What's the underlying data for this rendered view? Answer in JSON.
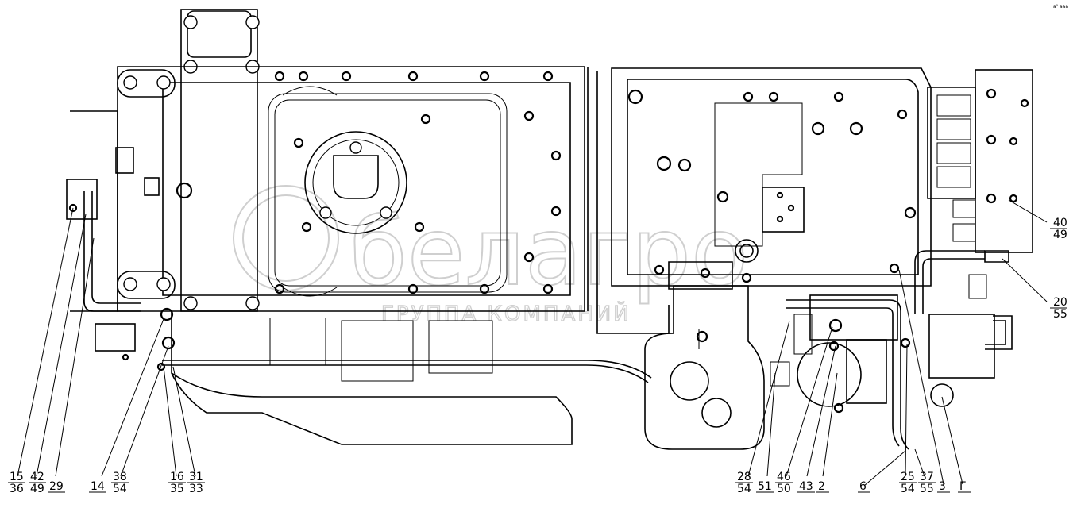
{
  "watermark": {
    "brand": "белагро",
    "tagline": "ГРУППА КОМПАНИЙ"
  },
  "corner_code": "a⁰ aaa",
  "callouts_bottom": [
    {
      "id": "c15-36",
      "top": "15",
      "bottom": "36"
    },
    {
      "id": "c42-49",
      "top": "42",
      "bottom": "49"
    },
    {
      "id": "c29",
      "top": "29",
      "bottom": ""
    },
    {
      "id": "c14",
      "top": "14",
      "bottom": ""
    },
    {
      "id": "c38-54",
      "top": "38",
      "bottom": "54"
    },
    {
      "id": "c16-35",
      "top": "16",
      "bottom": "35"
    },
    {
      "id": "c31-33",
      "top": "31",
      "bottom": "33"
    },
    {
      "id": "c28-54",
      "top": "28",
      "bottom": "54"
    },
    {
      "id": "c51",
      "top": "51",
      "bottom": ""
    },
    {
      "id": "c46-50",
      "top": "46",
      "bottom": "50"
    },
    {
      "id": "c43",
      "top": "43",
      "bottom": ""
    },
    {
      "id": "c2",
      "top": "2",
      "bottom": ""
    },
    {
      "id": "c6",
      "top": "6",
      "bottom": ""
    },
    {
      "id": "c25-54",
      "top": "25",
      "bottom": "54"
    },
    {
      "id": "c37-55",
      "top": "37",
      "bottom": "55"
    },
    {
      "id": "c3",
      "top": "3",
      "bottom": ""
    },
    {
      "id": "cG",
      "top": "Г",
      "bottom": ""
    }
  ],
  "callouts_right": [
    {
      "id": "c40-49",
      "top": "40",
      "bottom": "49"
    },
    {
      "id": "c20-55",
      "top": "20",
      "bottom": "55"
    }
  ]
}
